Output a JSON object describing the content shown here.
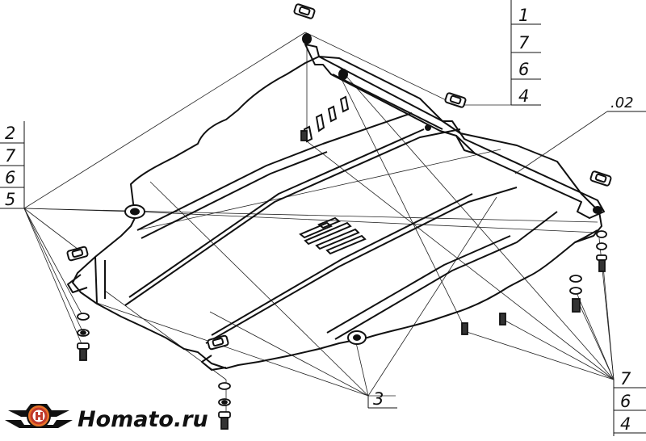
{
  "callouts": {
    "top_right_stack": [
      "1",
      "7",
      "6",
      "4"
    ],
    "left_stack": [
      "2",
      "7",
      "6",
      "5"
    ],
    "ref_02": ".02",
    "center_bottom": "3",
    "bottom_right_stack": [
      "7",
      "6",
      "4"
    ]
  },
  "logo": {
    "text": "Homato.ru"
  }
}
